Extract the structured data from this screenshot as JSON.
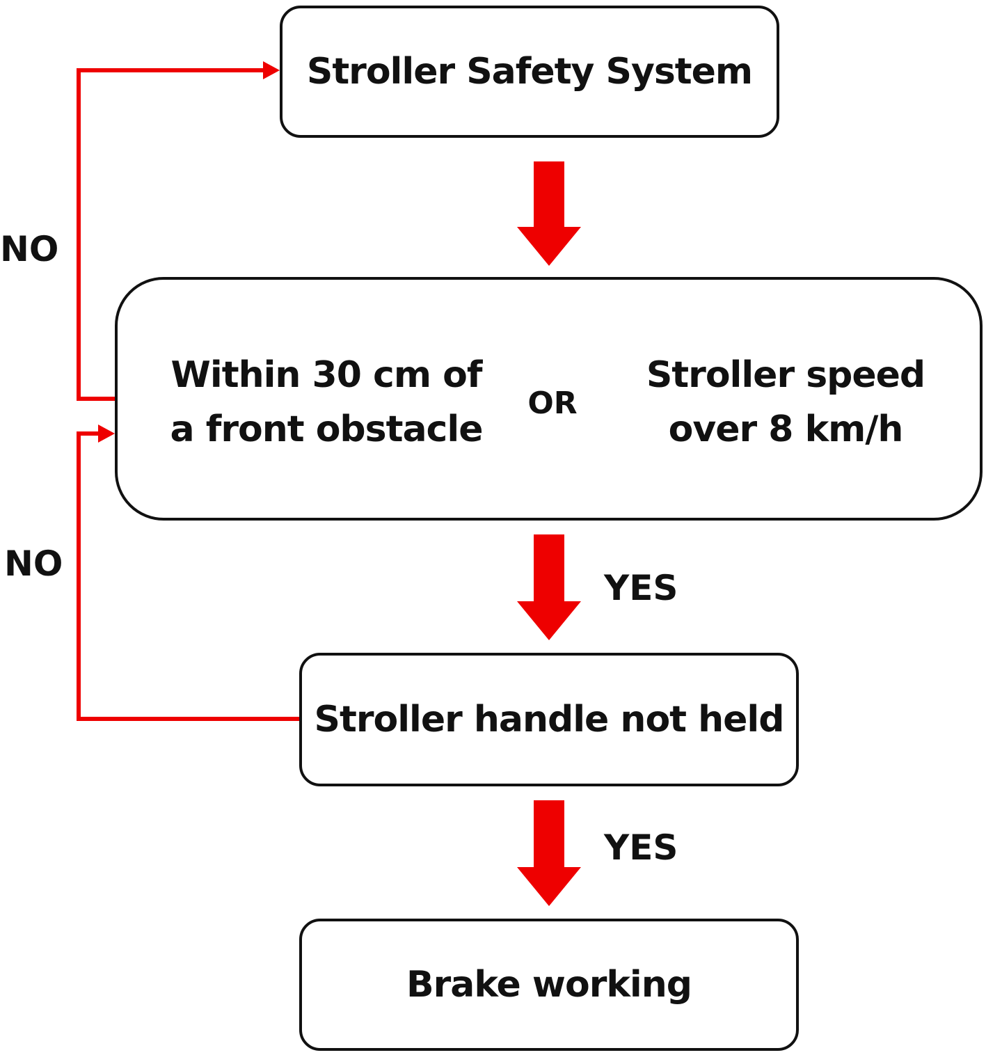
{
  "colors": {
    "arrow": "#ee0000",
    "box_border": "#111111",
    "text": "#111111"
  },
  "nodes": {
    "start": "Stroller Safety System",
    "condition_a_line1": "Within 30 cm of",
    "condition_a_line2": "a front obstacle",
    "condition_operator": "OR",
    "condition_b_line1": "Stroller speed",
    "condition_b_line2": "over 8 km/h",
    "handle": "Stroller handle not held",
    "brake": "Brake working"
  },
  "edges": {
    "condition_no": "NO",
    "handle_no": "NO",
    "condition_yes": "YES",
    "handle_yes": "YES"
  }
}
